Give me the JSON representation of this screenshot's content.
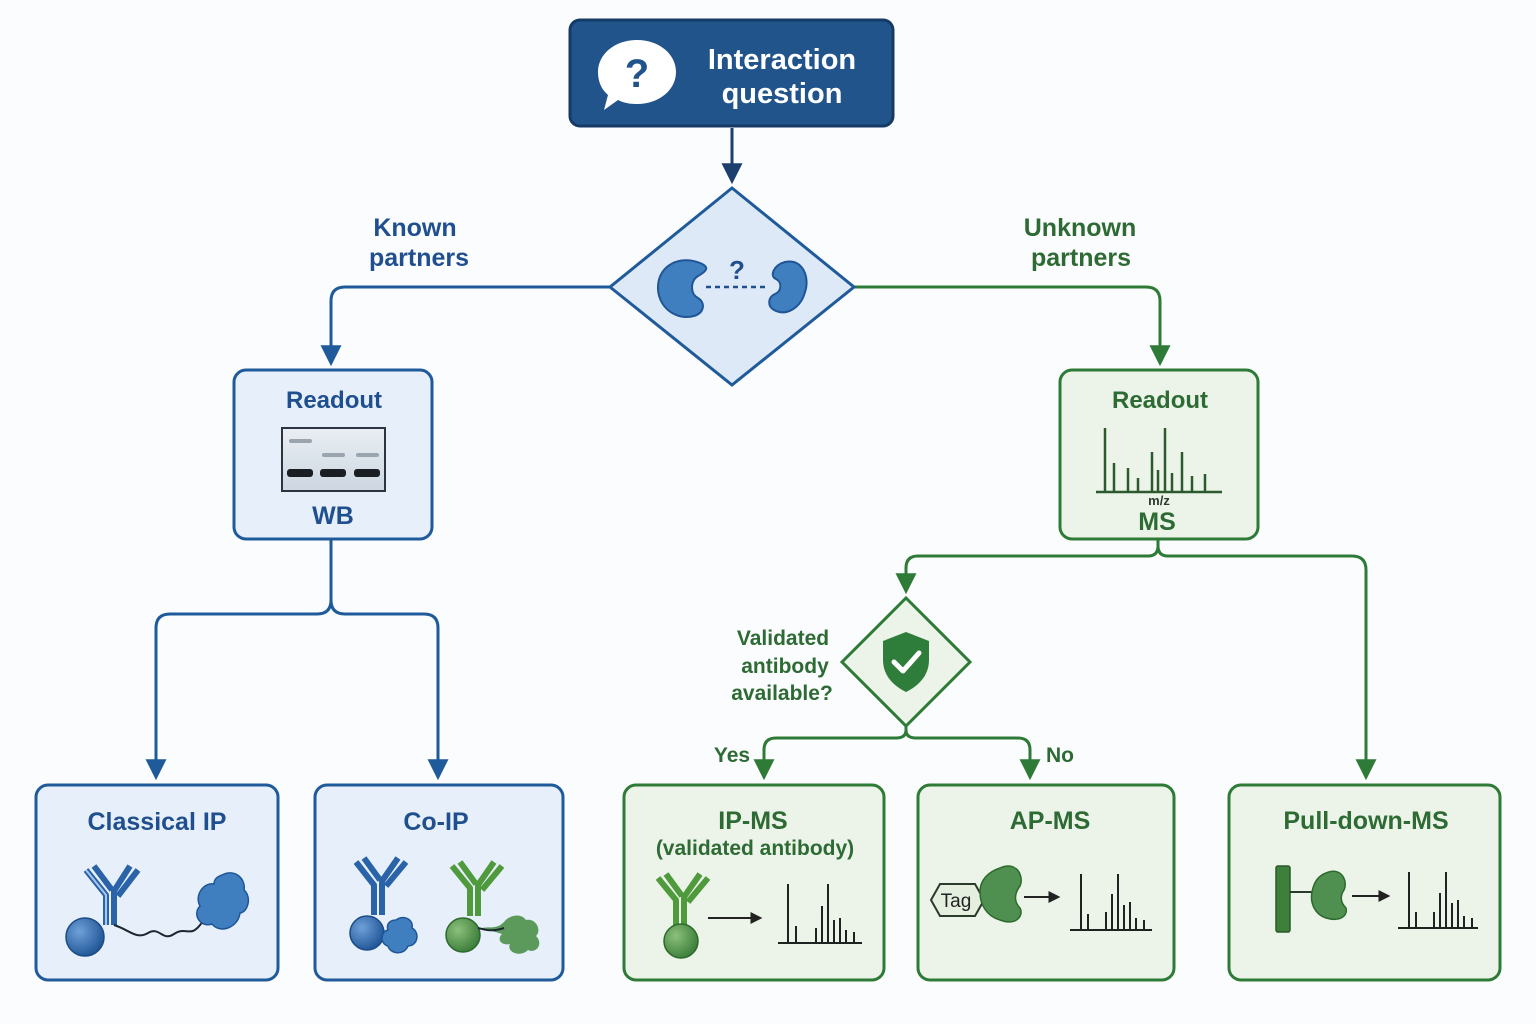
{
  "root": {
    "line1": "Interaction",
    "line2": "question",
    "icon": "question-bubble-icon"
  },
  "decision": {
    "symbol": "?",
    "icon": "protein-interaction-icon"
  },
  "branches": {
    "known": {
      "line1": "Known",
      "line2": "partners"
    },
    "unknown": {
      "line1": "Unknown",
      "line2": "partners"
    }
  },
  "readout_wb": {
    "title": "Readout",
    "label": "WB",
    "icon": "western-blot-icon"
  },
  "readout_ms": {
    "title": "Readout",
    "label": "MS",
    "axis": "m/z",
    "icon": "mass-spectrum-icon"
  },
  "antibody_check": {
    "line1": "Validated",
    "line2": "antibody",
    "line3": "available?",
    "yes": "Yes",
    "no": "No",
    "icon": "shield-check-icon"
  },
  "methods": {
    "classical_ip": {
      "title": "Classical IP"
    },
    "co_ip": {
      "title": "Co-IP"
    },
    "ip_ms": {
      "title": "IP-MS",
      "subtitle": "(validated antibody)"
    },
    "ap_ms": {
      "title": "AP-MS",
      "tag": "Tag"
    },
    "pulldown_ms": {
      "title": "Pull-down-MS"
    }
  },
  "colors": {
    "navy": "#22548c",
    "blue": "#1f5a9a",
    "blue_fill": "#e7f0fa",
    "green": "#2e7a37",
    "green_fill": "#ecf4e9"
  }
}
